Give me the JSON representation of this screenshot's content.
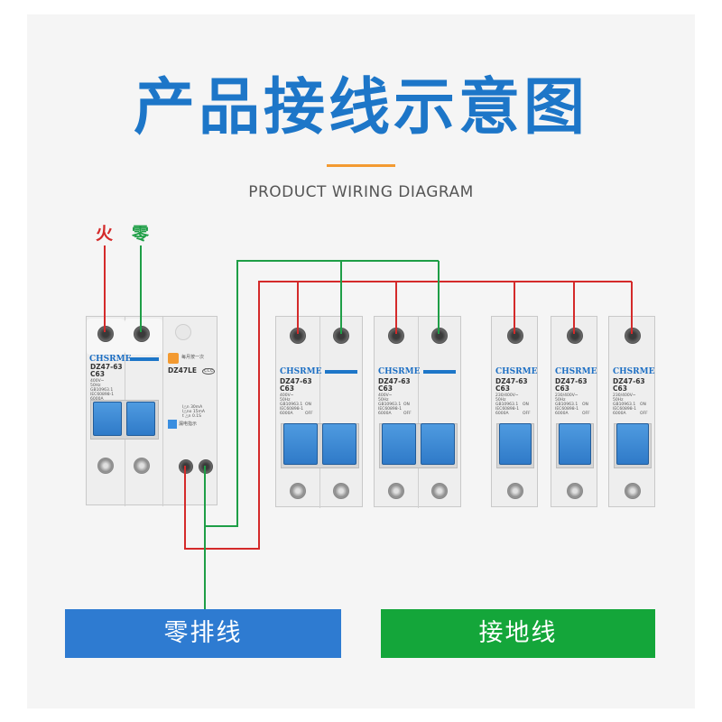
{
  "header": {
    "title": "产品接线示意图",
    "subtitle": "PRODUCT WIRING DIAGRAM"
  },
  "wire_labels": {
    "live": "火",
    "neutral": "零"
  },
  "rcbo": {
    "brand": "CHSRME",
    "model": "DZ47-63",
    "rating": "C63",
    "module_model": "DZ47LE",
    "test_hint": "每月按一次",
    "cert": "CCC",
    "specs": [
      "400V~",
      "50Hz",
      "GB10963.1",
      "IEC60898-1",
      "6000A"
    ],
    "leak_specs": [
      "I△n 30mA",
      "I△no 15mA",
      "t △n 0.1S"
    ],
    "leak_label": "漏电指示"
  },
  "breakers_2p": [
    {
      "brand": "CHSRME",
      "model": "DZ47-63",
      "rating": "C63",
      "specs": [
        "400V~",
        "50Hz",
        "GB10963.1",
        "IEC60898-1",
        "6000A"
      ]
    },
    {
      "brand": "CHSRME",
      "model": "DZ47-63",
      "rating": "C63",
      "specs": [
        "400V~",
        "50Hz",
        "GB10963.1",
        "IEC60898-1",
        "6000A"
      ]
    }
  ],
  "breakers_1p": [
    {
      "brand": "CHSRME",
      "model": "DZ47-63",
      "rating": "C63",
      "specs": [
        "230/400V~",
        "50Hz",
        "GB10963.1",
        "IEC60898-1",
        "6000A"
      ]
    },
    {
      "brand": "CHSRME",
      "model": "DZ47-63",
      "rating": "C63",
      "specs": [
        "230/400V~",
        "50Hz",
        "GB10963.1",
        "IEC60898-1",
        "6000A"
      ]
    },
    {
      "brand": "CHSRME",
      "model": "DZ47-63",
      "rating": "C63",
      "specs": [
        "230/400V~",
        "50Hz",
        "GB10963.1",
        "IEC60898-1",
        "6000A"
      ]
    }
  ],
  "switch_states": {
    "on": "ON",
    "off": "OFF"
  },
  "bars": {
    "neutral_bar": "零排线",
    "ground_bar": "接地线"
  },
  "colors": {
    "title": "#1d76c8",
    "accent_rule": "#f39a31",
    "live_wire": "#d42a2a",
    "neutral_wire": "#1e9e46",
    "neutral_bar": "#2e7bd1",
    "ground_bar": "#14a63a",
    "breaker_handle": "#2f7ac8"
  }
}
